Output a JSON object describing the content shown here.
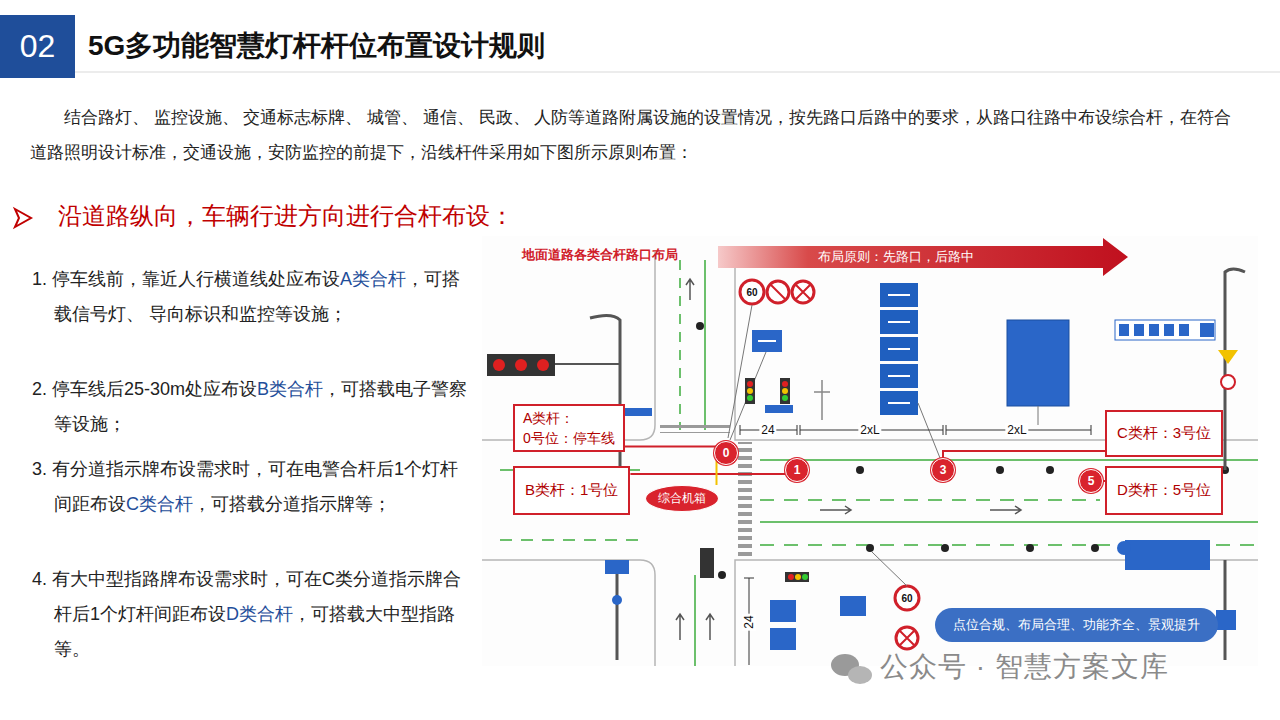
{
  "diagram": {
    "title": "5G多功能智慧灯杆杆位布置设计规则",
    "nodes": [
      {
        "text": [
          "02"
        ]
      },
      {
        "text": [
          "布局原则：先路口，后路中"
        ]
      },
      {
        "text": [
          "A类杆：",
          "0号位：停车线"
        ]
      },
      {
        "text": [
          "B类杆：1号位"
        ]
      },
      {
        "text": [
          "综合机箱"
        ]
      },
      {
        "text": [
          "0"
        ]
      },
      {
        "text": [
          "1"
        ]
      },
      {
        "text": [
          "3"
        ]
      },
      {
        "text": [
          "5"
        ]
      },
      {
        "text": [
          "C类杆：3号位"
        ]
      },
      {
        "text": [
          "D类杆：5号位"
        ]
      },
      {
        "text": [
          "点位合规、布局合理、功能齐全、景观提升"
        ]
      }
    ],
    "edges": [
      {
        "from": 2,
        "to": 5,
        "arrow": "none"
      },
      {
        "from": 3,
        "to": 6,
        "arrow": "none"
      },
      {
        "from": 4,
        "to": 5,
        "arrow": "none"
      },
      {
        "from": 9,
        "to": 7,
        "arrow": "none"
      },
      {
        "from": 10,
        "to": 8,
        "arrow": "none"
      }
    ],
    "labels": [
      "结合路灯、 监控设施、 交通标志标牌、 城管、 通信、 民政、 人防等道路附属设施的设置情况，按先路口后路中的要求，从路口往路中布设综合杆，在符合道路照明设计标准，交通设施，安防监控的前提下，沿线杆件采用如下图所示原则布置：",
      "沿道路纵向，车辆行进方向进行合杆布设：",
      "1. 停车线前，靠近人行横道线处应布设",
      "A类合杆",
      "，可搭载信号灯、 导向标识和监控等设施；",
      "2. 停车线后25-30m处应布设",
      "B类合杆",
      "，可搭载电子警察等设施；",
      "3. 有分道指示牌布设需求时，可在电警合杆后1个灯杆间距布设",
      "C类合杆",
      "，可搭载分道指示牌等；",
      "4. 有大中型指路牌布设需求时，可在C类分道指示牌合杆后1个灯杆间距布设",
      "D类合杆",
      "，可搭载大中型指路等。",
      "地面道路各类合杆路口布局",
      "60",
      "24",
      "2xL",
      "2xL",
      "24",
      "60",
      "公众号 · 智慧方案文库"
    ]
  }
}
